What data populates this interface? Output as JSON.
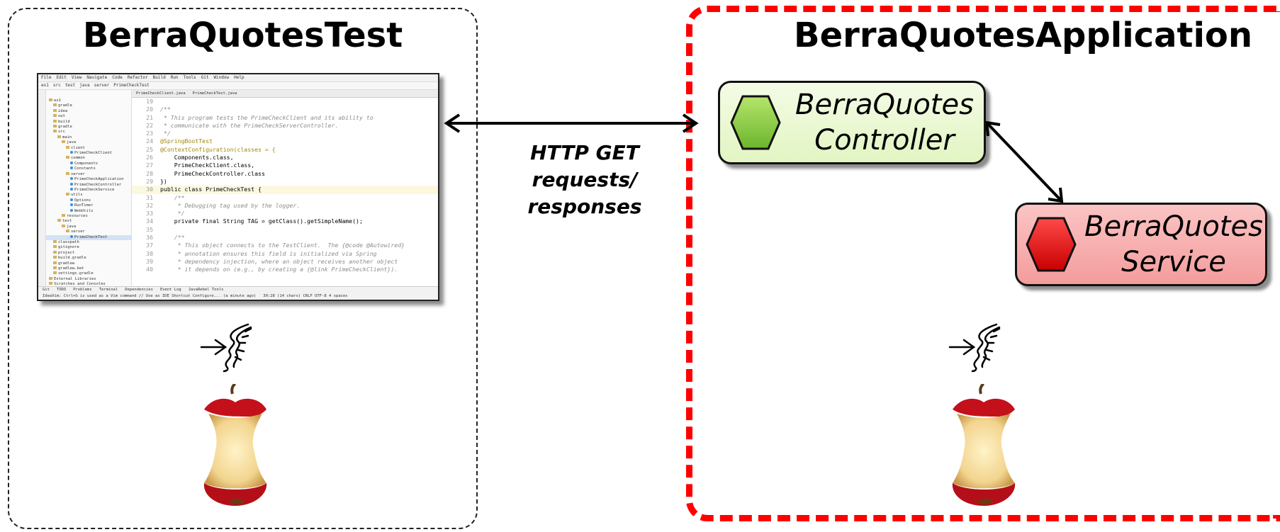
{
  "left_container": {
    "title": "BerraQuotesTest"
  },
  "right_container": {
    "title": "BerraQuotesApplication"
  },
  "connection": {
    "label_line1": "HTTP GET",
    "label_line2": "requests/",
    "label_line3": "responses"
  },
  "components": {
    "controller": {
      "line1": "BerraQuotes",
      "line2": "Controller",
      "color": "#7ec83c"
    },
    "service": {
      "line1": "BerraQuotes",
      "line2": "Service",
      "color": "#e60000"
    }
  },
  "ide": {
    "menu": [
      "File",
      "Edit",
      "View",
      "Navigate",
      "Code",
      "Refactor",
      "Build",
      "Run",
      "Tools",
      "Git",
      "Window",
      "Help"
    ],
    "breadcrumb": [
      "ex1",
      "src",
      "test",
      "java",
      "server",
      "PrimeCheckTest"
    ],
    "tabs": [
      "PrimeCheckClient.java",
      "PrimeCheckTest.java"
    ],
    "project_tree": [
      {
        "label": "ex1",
        "kind": "folder"
      },
      {
        "label": "gradle",
        "kind": "folder"
      },
      {
        "label": "idea",
        "kind": "folder"
      },
      {
        "label": "out",
        "kind": "folder"
      },
      {
        "label": "build",
        "kind": "folder"
      },
      {
        "label": "gradle",
        "kind": "folder"
      },
      {
        "label": "src",
        "kind": "folder"
      },
      {
        "label": "main",
        "kind": "folder"
      },
      {
        "label": "java",
        "kind": "folder"
      },
      {
        "label": "client",
        "kind": "folder"
      },
      {
        "label": "PrimeCheckClient",
        "kind": "class"
      },
      {
        "label": "common",
        "kind": "folder"
      },
      {
        "label": "Components",
        "kind": "class"
      },
      {
        "label": "Constants",
        "kind": "class"
      },
      {
        "label": "server",
        "kind": "folder"
      },
      {
        "label": "PrimeCheckApplication",
        "kind": "class"
      },
      {
        "label": "PrimeCheckController",
        "kind": "class"
      },
      {
        "label": "PrimeCheckService",
        "kind": "class"
      },
      {
        "label": "utils",
        "kind": "folder"
      },
      {
        "label": "Options",
        "kind": "class"
      },
      {
        "label": "RunTimer",
        "kind": "class"
      },
      {
        "label": "WebUtils",
        "kind": "class"
      },
      {
        "label": "resources",
        "kind": "folder"
      },
      {
        "label": "test",
        "kind": "folder"
      },
      {
        "label": "java",
        "kind": "folder"
      },
      {
        "label": "server",
        "kind": "folder"
      },
      {
        "label": "PrimeCheckTest",
        "kind": "class",
        "selected": true
      },
      {
        "label": "classpath",
        "kind": "file"
      },
      {
        "label": "gitignore",
        "kind": "file"
      },
      {
        "label": "project",
        "kind": "file"
      },
      {
        "label": "build.gradle",
        "kind": "file"
      },
      {
        "label": "gradlew",
        "kind": "file"
      },
      {
        "label": "gradlew.bat",
        "kind": "file"
      },
      {
        "label": "settings.gradle",
        "kind": "file"
      },
      {
        "label": "External Libraries",
        "kind": "folder"
      },
      {
        "label": "Scratches and Consoles",
        "kind": "folder"
      }
    ],
    "code_lines": [
      {
        "n": "19",
        "text": "",
        "style": "code"
      },
      {
        "n": "20",
        "text": "/**",
        "style": "comment"
      },
      {
        "n": "21",
        "text": " * This program tests the PrimeCheckClient and its ability to",
        "style": "comment"
      },
      {
        "n": "22",
        "text": " * communicate with the PrimeCheckServerController.",
        "style": "comment"
      },
      {
        "n": "23",
        "text": " */",
        "style": "comment"
      },
      {
        "n": "24",
        "text": "@SpringBootTest",
        "style": "annot"
      },
      {
        "n": "25",
        "text": "@ContextConfiguration(classes = {",
        "style": "annot"
      },
      {
        "n": "26",
        "text": "    Components.class,",
        "style": "code"
      },
      {
        "n": "27",
        "text": "    PrimeCheckClient.class,",
        "style": "code"
      },
      {
        "n": "28",
        "text": "    PrimeCheckController.class",
        "style": "code"
      },
      {
        "n": "29",
        "text": "})",
        "style": "code"
      },
      {
        "n": "30",
        "text": "public class PrimeCheckTest {",
        "style": "code",
        "hl": true
      },
      {
        "n": "31",
        "text": "    /**",
        "style": "comment"
      },
      {
        "n": "32",
        "text": "     * Debugging tag used by the logger.",
        "style": "comment"
      },
      {
        "n": "33",
        "text": "     */",
        "style": "comment"
      },
      {
        "n": "34",
        "text": "    private final String TAG = getClass().getSimpleName();",
        "style": "code"
      },
      {
        "n": "35",
        "text": "",
        "style": "code"
      },
      {
        "n": "36",
        "text": "    /**",
        "style": "comment"
      },
      {
        "n": "37",
        "text": "     * This object connects to the TestClient.  The {@code @Autowired}",
        "style": "comment"
      },
      {
        "n": "38",
        "text": "     * annotation ensures this field is initialized via Spring",
        "style": "comment"
      },
      {
        "n": "39",
        "text": "     * dependency injection, where an object receives another object",
        "style": "comment"
      },
      {
        "n": "40",
        "text": "     * it depends on (e.g., by creating a {@link PrimeCheckClient}).",
        "style": "comment"
      }
    ],
    "status_tabs": [
      "Git",
      "TODO",
      "Problems",
      "Terminal",
      "Dependencies",
      "Event Log",
      "JavaRebel Tools"
    ],
    "status_message": "IdeaVim: Ctrl+G is used as a Vim command // Use as IDE Shortcut  Configure... (a minute ago)",
    "status_right": "30:28 (14 chars)  CRLF  UTF-8  4 spaces"
  }
}
